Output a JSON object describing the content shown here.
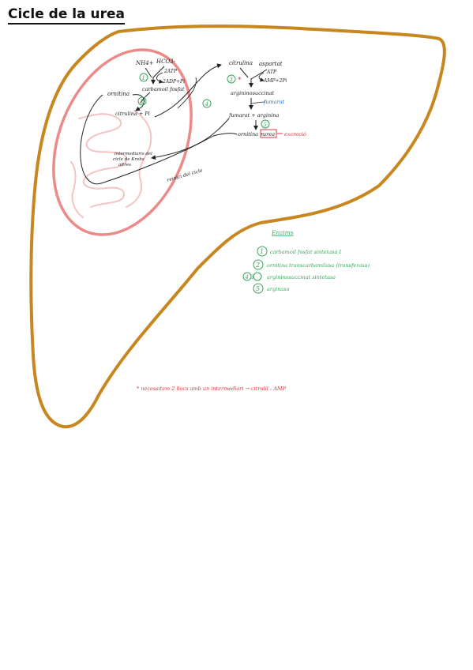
{
  "title": "Cicle de la urea",
  "colors": {
    "liver_outline": "#c8861f",
    "mitochondria": "#ec8a88",
    "cristae": "#f2c4c3",
    "ink": "#222222",
    "enzyme_green": "#3ba55c",
    "note_red": "#d8343f",
    "note_blue": "#2a6fd1"
  },
  "mito": {
    "nh4": "NH4+",
    "hco3": "HCO3-",
    "atp_in": "2ATP",
    "adp_out": "2ADP+Pi",
    "carbamoil": "carbamoil fosfat",
    "ornitina": "ornitina",
    "citrulina_pi": "citrulina + Pi",
    "step1": "1",
    "step2": "2",
    "intermediaris": [
      "intermediaris del",
      "cicle de Krebs",
      "altres"
    ]
  },
  "cyto": {
    "citrulina": "citrulina",
    "aspartat": "aspartat",
    "atp": "ATP",
    "amp": "AMP+2Pi",
    "step3": "3",
    "argininosuccinat": "argininosuccinat",
    "fumarat_arginina": "fumarat + arginina",
    "fumarat_note": "fumarat",
    "step4": "4",
    "step5": "5",
    "ornitina_urea_left": "ornitina +",
    "urea": "urea",
    "excrecio": "excreció",
    "reinici": "reinici del cicle",
    "asterisk": "*"
  },
  "legend": {
    "heading": "Enzims",
    "items": [
      {
        "num": "1",
        "text": "carbamoil fosfat sintetasa I"
      },
      {
        "num": "2",
        "text": "ornitina transcarbamilasa (transferasa)"
      },
      {
        "num": "4 3",
        "text": "argininosuccinat sintetasa"
      },
      {
        "num": "5",
        "text": "arginasa"
      }
    ]
  },
  "note": "* necessitem 2 llocs amb un intermediari → citrulil - AMP"
}
